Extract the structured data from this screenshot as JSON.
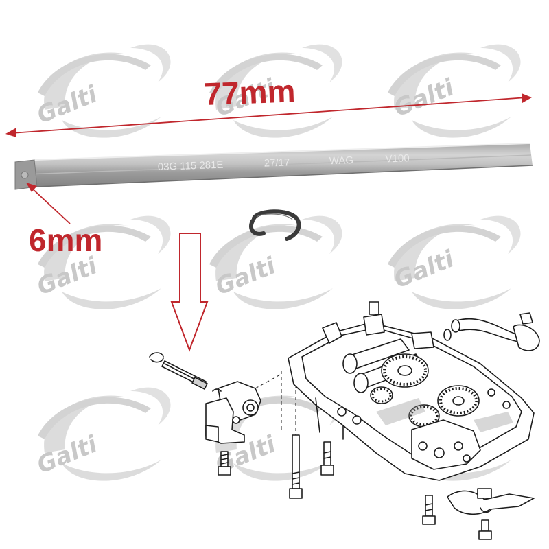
{
  "watermark": {
    "brand_text": "Galti",
    "logo_icon": "galti-swoosh-logo-icon"
  },
  "dimensions": {
    "length_label": "77mm",
    "diameter_label": "6mm",
    "color": "#c0272d"
  },
  "rod": {
    "part_number": "03G 115 281E",
    "code_1": "27/17",
    "code_2": "WAG",
    "code_3": "V100"
  },
  "icons": {
    "length_arrow": "double-arrow-icon",
    "diameter_arrow": "pointer-arrow-icon",
    "install_arrow": "down-arrow-outline-icon"
  }
}
